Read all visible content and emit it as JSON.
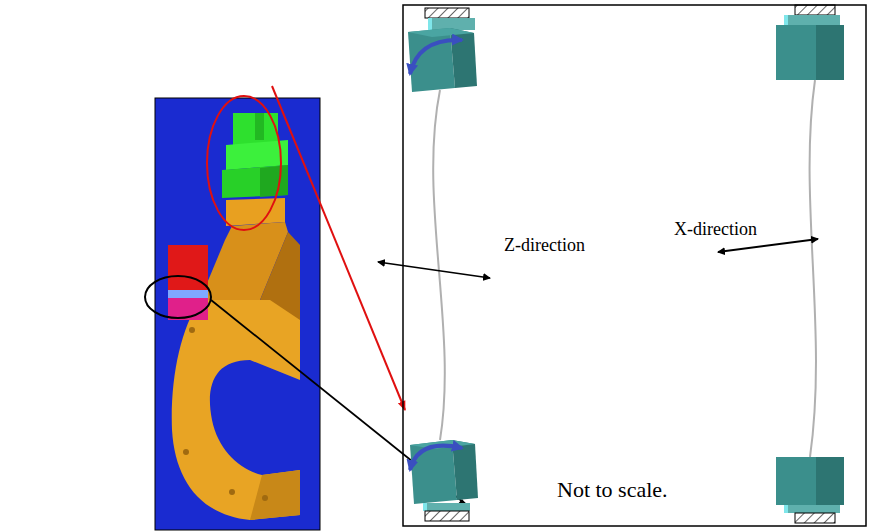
{
  "diagram": {
    "labels": [
      "Z-direction",
      "X-direction",
      "Not to scale."
    ]
  }
}
